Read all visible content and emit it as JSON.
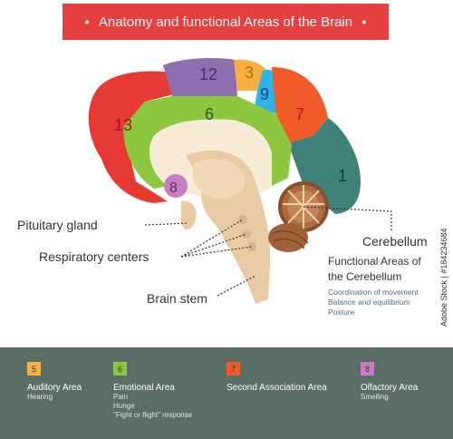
{
  "title": "Anatomy and functional Areas of the Brain",
  "regions": {
    "r13": "13",
    "r12": "12",
    "r3": "3",
    "r9": "9",
    "r7": "7",
    "r6": "6",
    "r1": "1",
    "r8": "8"
  },
  "labels": {
    "pituitary": "Pituitary gland",
    "respiratory": "Respiratory centers",
    "brainstem": "Brain stem",
    "cerebellum": "Cerebellum",
    "functional_line1": "Functional Areas of",
    "functional_line2": "the Cerebellum",
    "functions": [
      "Coordination of movement",
      "Balance and equilibrium",
      "Posture"
    ]
  },
  "watermark": "Adobe Stock | #184234684",
  "legend": [
    {
      "number": "5",
      "color": "#f6b041",
      "title": "Auditory Area",
      "desc": [
        "Hearing"
      ]
    },
    {
      "number": "6",
      "color": "#8dc63f",
      "title": "Emotional Area",
      "desc": [
        "Pain",
        "Hunge",
        "\"Fight or flight\" response"
      ]
    },
    {
      "number": "7",
      "color": "#f15a29",
      "title": "Second Association Area",
      "desc": []
    },
    {
      "number": "8",
      "color": "#c77dbf",
      "title": "Olfactory Area",
      "desc": [
        "Smelling"
      ]
    }
  ]
}
